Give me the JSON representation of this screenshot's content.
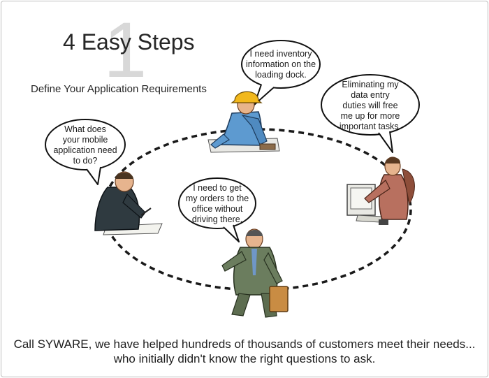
{
  "header": {
    "step_number": "1",
    "title": "4 Easy Steps",
    "subtitle": "Define Your Application Requirements"
  },
  "bubbles": [
    {
      "id": "warehouse",
      "lines": [
        "I need inventory",
        "information on the",
        "loading dock."
      ]
    },
    {
      "id": "clerk",
      "lines": [
        "Eliminating my",
        "data entry",
        "duties will free",
        "me up for more",
        "important tasks."
      ]
    },
    {
      "id": "writer",
      "lines": [
        "What does",
        "your mobile",
        "application need",
        "to do?"
      ]
    },
    {
      "id": "salesman",
      "lines": [
        "I need to get",
        "my orders to the",
        "office without",
        "driving there."
      ]
    }
  ],
  "footer": {
    "line1": "Call SYWARE, we have helped hundreds of thousands of customers meet their needs...",
    "line2": "who initially didn't know the right questions to ask."
  },
  "colors": {
    "ring": "#1a1a1a",
    "watermark_number": "#d8d8d8",
    "hardhat": "#f2b81c",
    "shirt_blue": "#5d9ad0",
    "suit_dark": "#2f3a40",
    "suit_green": "#6b7d5e",
    "briefcase": "#c98c43"
  }
}
